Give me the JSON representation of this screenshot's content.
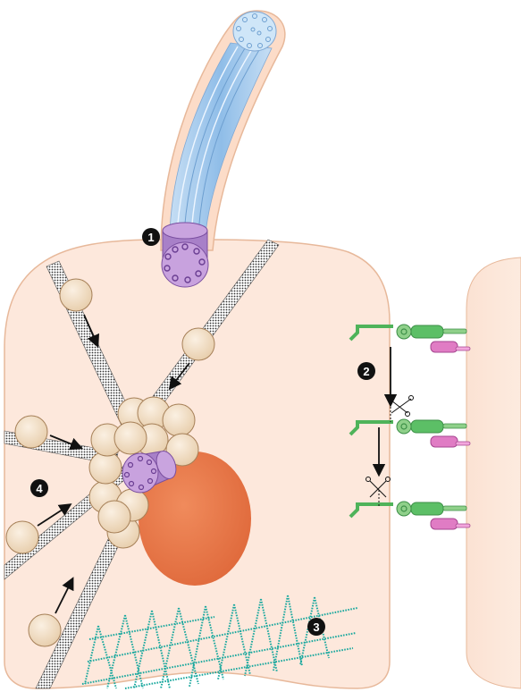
{
  "callouts": {
    "c1": "1",
    "c2": "2",
    "c3": "3",
    "c4": "4"
  },
  "colors": {
    "cell_fill": "#fde8dc",
    "cell_stroke": "#e7b89a",
    "cilium_blue": "#9cc7ea",
    "basal_body_purple": "#b98bd0",
    "nucleus_orange": "#ea7a4c",
    "vesicle_fill": "#f2dcc0",
    "mesh_teal": "#1aa89e",
    "protein_green": "#4fb35a",
    "protein_pink": "#d85fb3",
    "badge_black": "#111111"
  },
  "icons": {
    "scissors": "scissors-icon"
  }
}
